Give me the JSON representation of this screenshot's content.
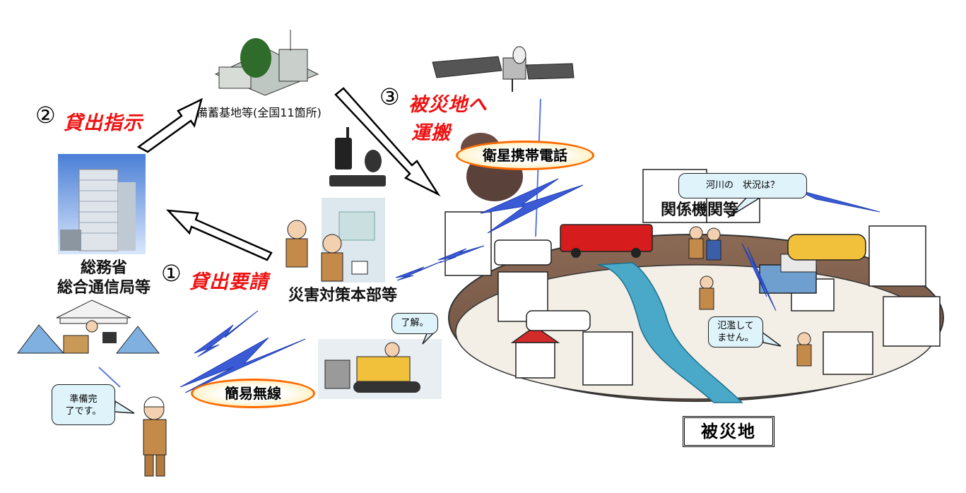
{
  "labels": {
    "storage": "備蓄基地等(全国11箇所)",
    "ministry_line1": "総務省",
    "ministry_line2": "総合通信局等",
    "hq": "災害対策本部等",
    "agencies": "関係機関等",
    "disaster_area": "被災地"
  },
  "steps": [
    {
      "num": "①",
      "text": "貸出要請"
    },
    {
      "num": "②",
      "text": "貸出指示"
    },
    {
      "num": "③",
      "text": "被災地へ",
      "text2": "運搬"
    }
  ],
  "radios": {
    "satellite": "衛星携帯電話",
    "simple": "簡易無線"
  },
  "bubbles": {
    "river_status": "河川の　状況は？",
    "roger": "了解。",
    "no_flood_line1": "氾濫して",
    "no_flood_line2": "ません。",
    "ready_line1": "準備完",
    "ready_line2": "了です。"
  },
  "colors": {
    "step_text": "#ee1111",
    "pill_border": "#ff6a00",
    "bubble_fill": "#dff3fb",
    "lightning": "#3b5bd6",
    "river": "#4aa9c9"
  }
}
